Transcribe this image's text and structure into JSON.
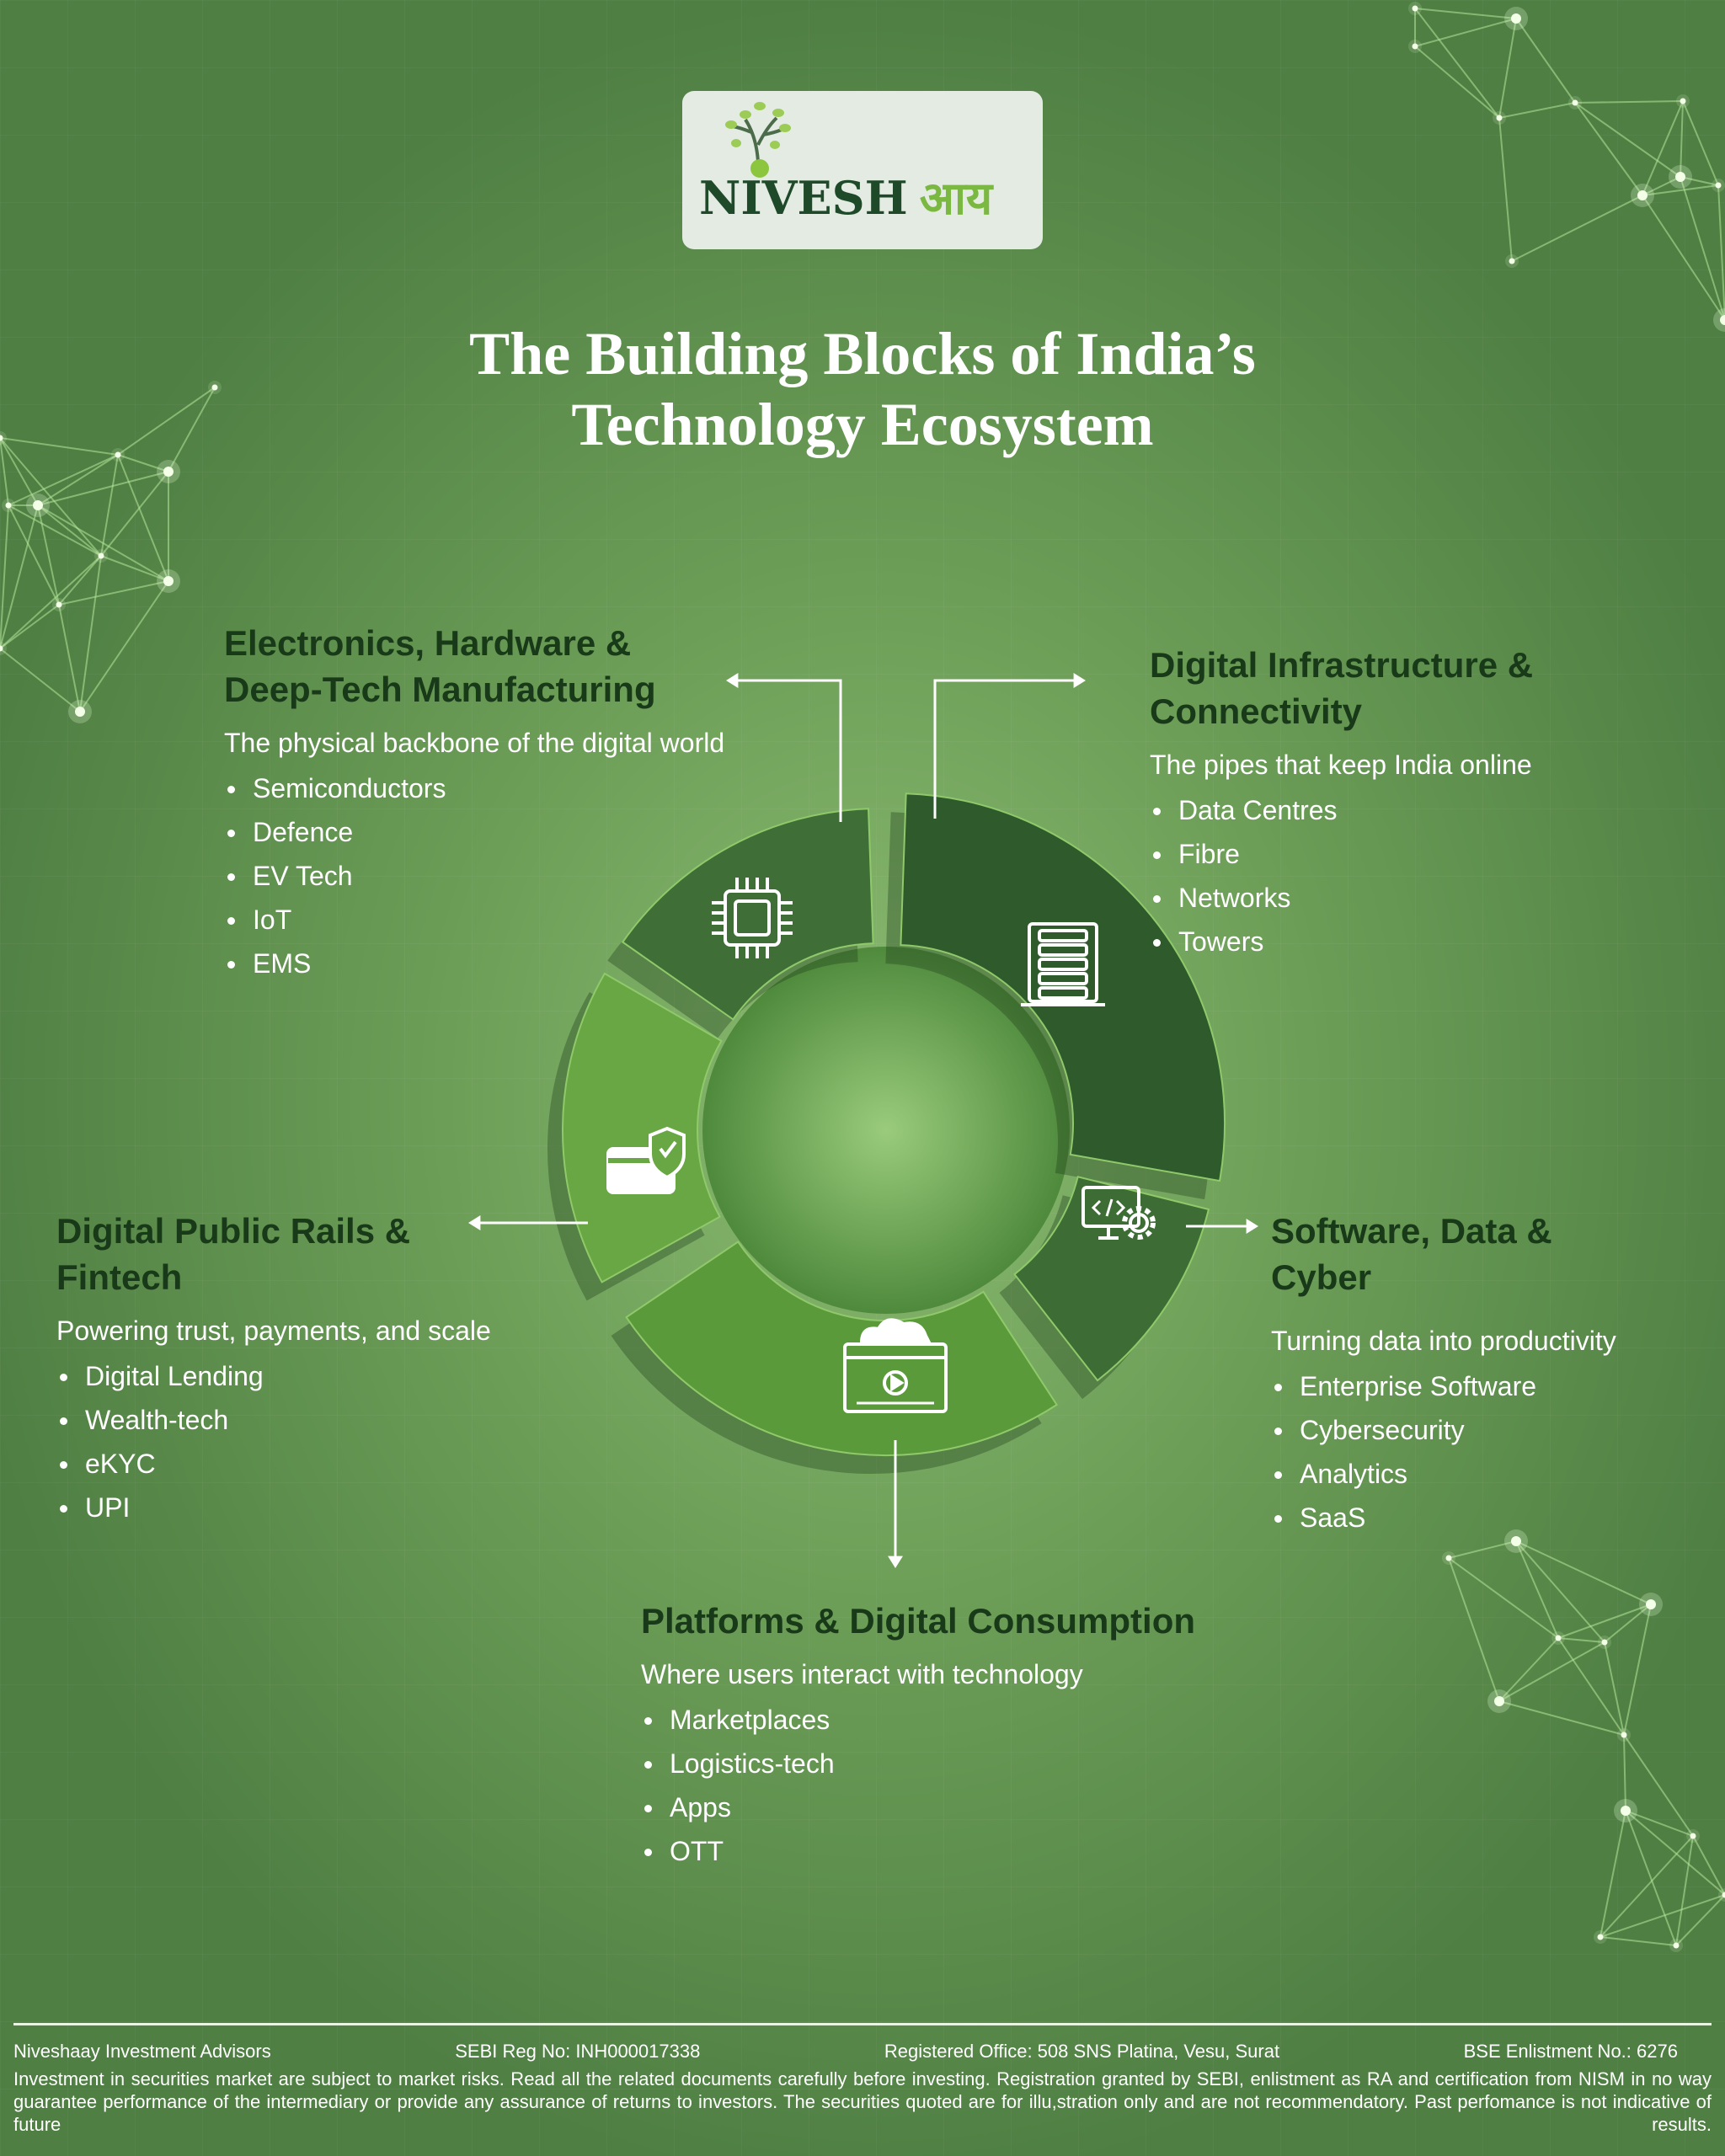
{
  "logo": {
    "brand": "NIVESH",
    "brand_hindi": "आय"
  },
  "title": {
    "line1": "The Building Blocks of India’s",
    "line2": "Technology Ecosystem"
  },
  "blocks": [
    {
      "heading_1": "Electronics, Hardware &",
      "heading_2": "Deep-Tech Manufacturing",
      "subtitle": "The physical backbone of the digital world",
      "items": [
        "Semiconductors",
        "Defence",
        "EV Tech",
        "IoT",
        "EMS"
      ],
      "icon": "microchip-icon"
    },
    {
      "heading_1": "Digital Infrastructure &",
      "heading_2": "Connectivity",
      "subtitle": "The pipes that keep India online",
      "items": [
        "Data Centres",
        "Fibre",
        "Networks",
        "Towers"
      ],
      "icon": "server-rack-icon"
    },
    {
      "heading_1": "Digital Public Rails &",
      "heading_2": "Fintech",
      "subtitle": "Powering trust, payments, and scale",
      "items": [
        "Digital Lending",
        "Wealth-tech",
        "eKYC",
        "UPI"
      ],
      "icon": "secure-card-icon"
    },
    {
      "heading_1": "Software, Data &",
      "heading_2": "Cyber",
      "subtitle": "Turning data into productivity",
      "items": [
        "Enterprise Software",
        "Cybersecurity",
        "Analytics",
        "SaaS"
      ],
      "icon": "code-monitor-gear-icon"
    },
    {
      "heading_1": "Platforms & Digital Consumption",
      "heading_2": "",
      "subtitle": "Where users interact with technology",
      "items": [
        "Marketplaces",
        "Logistics-tech",
        "Apps",
        "OTT"
      ],
      "icon": "cloud-video-player-icon"
    }
  ],
  "colors": {
    "segment_infra": "#2f5a2c",
    "segment_software": "#3d6c34",
    "segment_platforms": "#5a9a3b",
    "segment_fintech": "#68a743",
    "segment_electronics": "#3f6f36",
    "heading": "#183a18"
  },
  "footer": {
    "company": "Niveshaay Investment Advisors",
    "sebi": "SEBI Reg No: INH000017338",
    "office": "Registered Office: 508 SNS Platina, Vesu, Surat",
    "bse": "BSE Enlistment No.: 6276",
    "disclaimer": "Investment in securities market are subject to market risks. Read all the related documents carefully before investing. Registration granted by SEBI, enlistment as RA and certification from NISM in no way guarantee performance of the intermediary or provide any assurance of returns to investors. The securities quoted are for illu,stration only and are not recommendatory. Past perfomance is not indicative of future results."
  }
}
